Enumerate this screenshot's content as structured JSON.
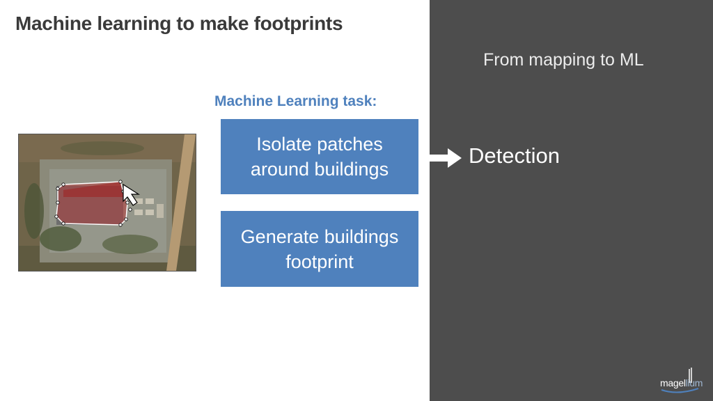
{
  "slide": {
    "title": "Machine learning to make footprints"
  },
  "right_panel": {
    "subtitle": "From mapping to ML",
    "result_label": "Detection",
    "background_color": "#4d4d4d"
  },
  "task": {
    "heading": "Machine Learning task:",
    "steps": [
      "Isolate patches around buildings",
      "Generate buildings footprint"
    ],
    "box_color": "#4f81bd"
  },
  "image": {
    "description_icon": "satellite-image",
    "cursor_icon": "mouse-pointer-icon"
  },
  "logo": {
    "text_main": "magel",
    "text_dim": "lium"
  }
}
